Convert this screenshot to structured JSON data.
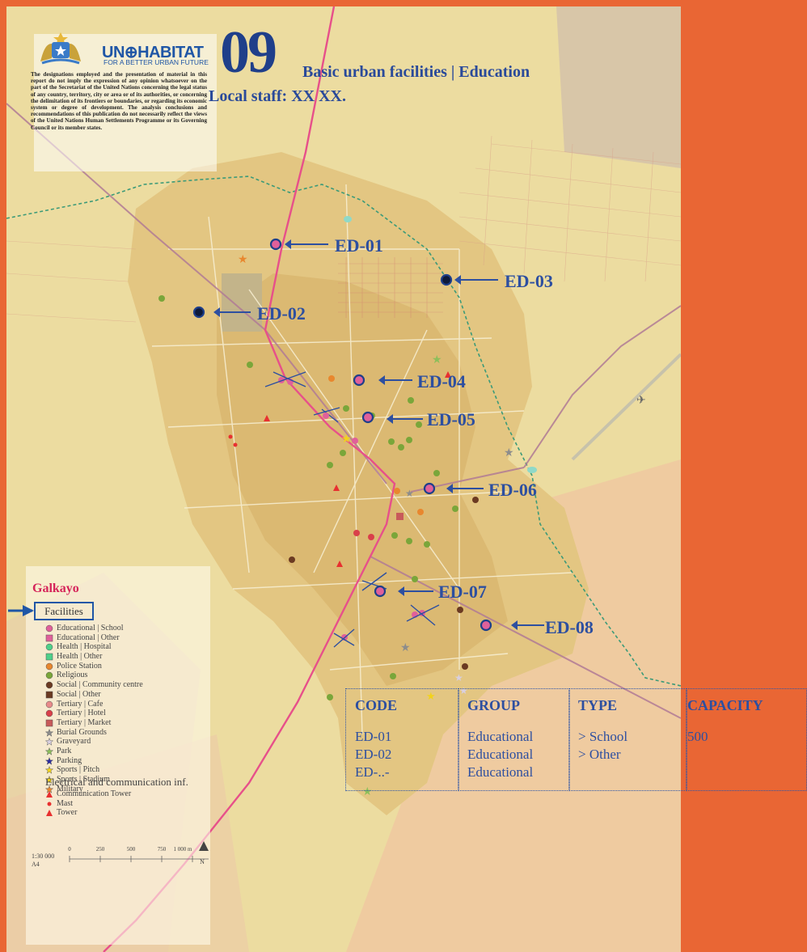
{
  "header": {
    "org_name": "UN⊕HABITAT",
    "org_tagline": "FOR A BETTER URBAN FUTURE",
    "disclaimer": "The designations employed and the presentation of material in this report do not imply the expression of any opinion whatsoever on the part of the Secretariat of the United Nations concerning the legal status of any country, territory, city or area or of its authorities, or concerning the delimitation of its frontiers or boundaries, or regarding its economic system or degree of development. The analysis conclusions and recommendations of this publication do not necessarily reflect the views of the United Nations Human Settlements Programme or its Governing Council or its member states.",
    "map_number": "09",
    "title": "Basic urban facilities | Education",
    "local_staff": "Local staff: XX XX."
  },
  "callouts": [
    {
      "id": "ED-01",
      "label": "ED-01",
      "style": "pink"
    },
    {
      "id": "ED-02",
      "label": "ED-02",
      "style": "dark"
    },
    {
      "id": "ED-03",
      "label": "ED-03",
      "style": "dark"
    },
    {
      "id": "ED-04",
      "label": "ED-04",
      "style": "pink"
    },
    {
      "id": "ED-05",
      "label": "ED-05",
      "style": "pink"
    },
    {
      "id": "ED-06",
      "label": "ED-06",
      "style": "pink"
    },
    {
      "id": "ED-07",
      "label": "ED-07",
      "style": "pink"
    },
    {
      "id": "ED-08",
      "label": "ED-08",
      "style": "pink"
    }
  ],
  "legend": {
    "city": "Galkayo",
    "facilities_label": "Facilities",
    "items": [
      {
        "label": "Educational | School",
        "shape": "circle",
        "color": "#e0609a"
      },
      {
        "label": "Educational | Other",
        "shape": "square",
        "color": "#e0609a"
      },
      {
        "label": "Health | Hospital",
        "shape": "circle",
        "color": "#4fd08a"
      },
      {
        "label": "Health | Other",
        "shape": "square",
        "color": "#4fd08a"
      },
      {
        "label": "Police Station",
        "shape": "circle",
        "color": "#e8872e"
      },
      {
        "label": "Religious",
        "shape": "circle",
        "color": "#7aa63a"
      },
      {
        "label": "Social | Community centre",
        "shape": "circle",
        "color": "#6b3a22"
      },
      {
        "label": "Social | Other",
        "shape": "square",
        "color": "#6b3a22"
      },
      {
        "label": "Tertiary | Cafe",
        "shape": "circle",
        "color": "#e88a8a"
      },
      {
        "label": "Tertiary | Hotel",
        "shape": "circle",
        "color": "#d9404a"
      },
      {
        "label": "Tertiary | Market",
        "shape": "square",
        "color": "#c85a5a"
      },
      {
        "label": "Burial Grounds",
        "shape": "star",
        "color": "#8c8c8c"
      },
      {
        "label": "Graveyard",
        "shape": "star",
        "color": "#d8cfe0"
      },
      {
        "label": "Park",
        "shape": "star",
        "color": "#8cbf5a"
      },
      {
        "label": "Parking",
        "shape": "star",
        "color": "#2a2aa0"
      },
      {
        "label": "Sports | Pitch",
        "shape": "star",
        "color": "#f2d21a"
      },
      {
        "label": "Sports | Stadium",
        "shape": "star",
        "color": "#f2d21a"
      },
      {
        "label": "Military",
        "shape": "star",
        "color": "#e8872e"
      }
    ],
    "elec_title": "Electrical and communication inf.",
    "elec_items": [
      {
        "label": "Communication Tower",
        "shape": "triangle",
        "color": "#e83030"
      },
      {
        "label": "Mast",
        "shape": "dot",
        "color": "#e83030"
      },
      {
        "label": "Tower",
        "shape": "triangle",
        "color": "#e83030"
      }
    ],
    "scale": {
      "ratio": "1:30 000",
      "paper": "A4",
      "ticks": [
        "0",
        "250",
        "500",
        "750",
        "1 000 m"
      ],
      "north": "N"
    }
  },
  "table": {
    "headers": [
      "CODE",
      "GROUP",
      "TYPE",
      "CAPACITY"
    ],
    "code": [
      "ED-01",
      "ED-02",
      "ED-..-"
    ],
    "group": [
      "Educational",
      "Educational",
      "Educational"
    ],
    "type": [
      "> School",
      "> Other"
    ],
    "capacity": [
      "500"
    ]
  }
}
